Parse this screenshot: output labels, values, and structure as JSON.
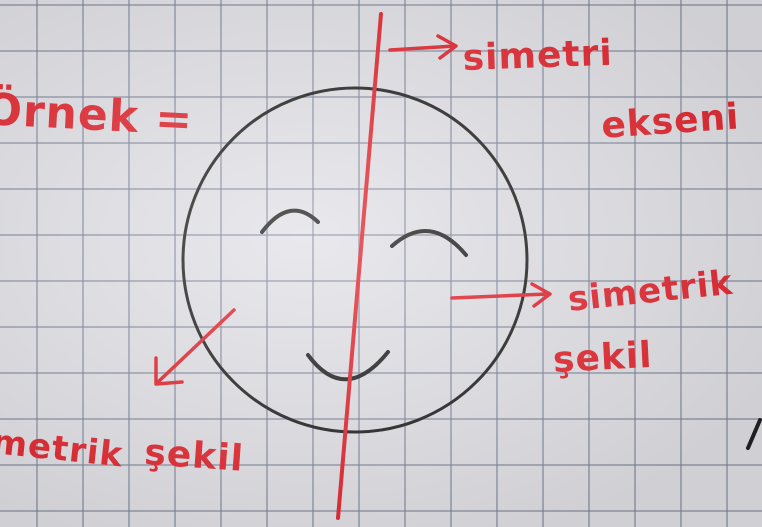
{
  "notes": {
    "example": "Örnek =",
    "axis_line1": "simetri",
    "axis_line2": "ekseni",
    "right_line1": "simetrik",
    "right_line2": "şekil",
    "left_line1": "metrik",
    "left_line2": "şekil"
  },
  "colors": {
    "ink_red": "#e3262f",
    "ink_black": "#222222",
    "paper": "#e2e1e6",
    "grid": "#7a8296"
  }
}
